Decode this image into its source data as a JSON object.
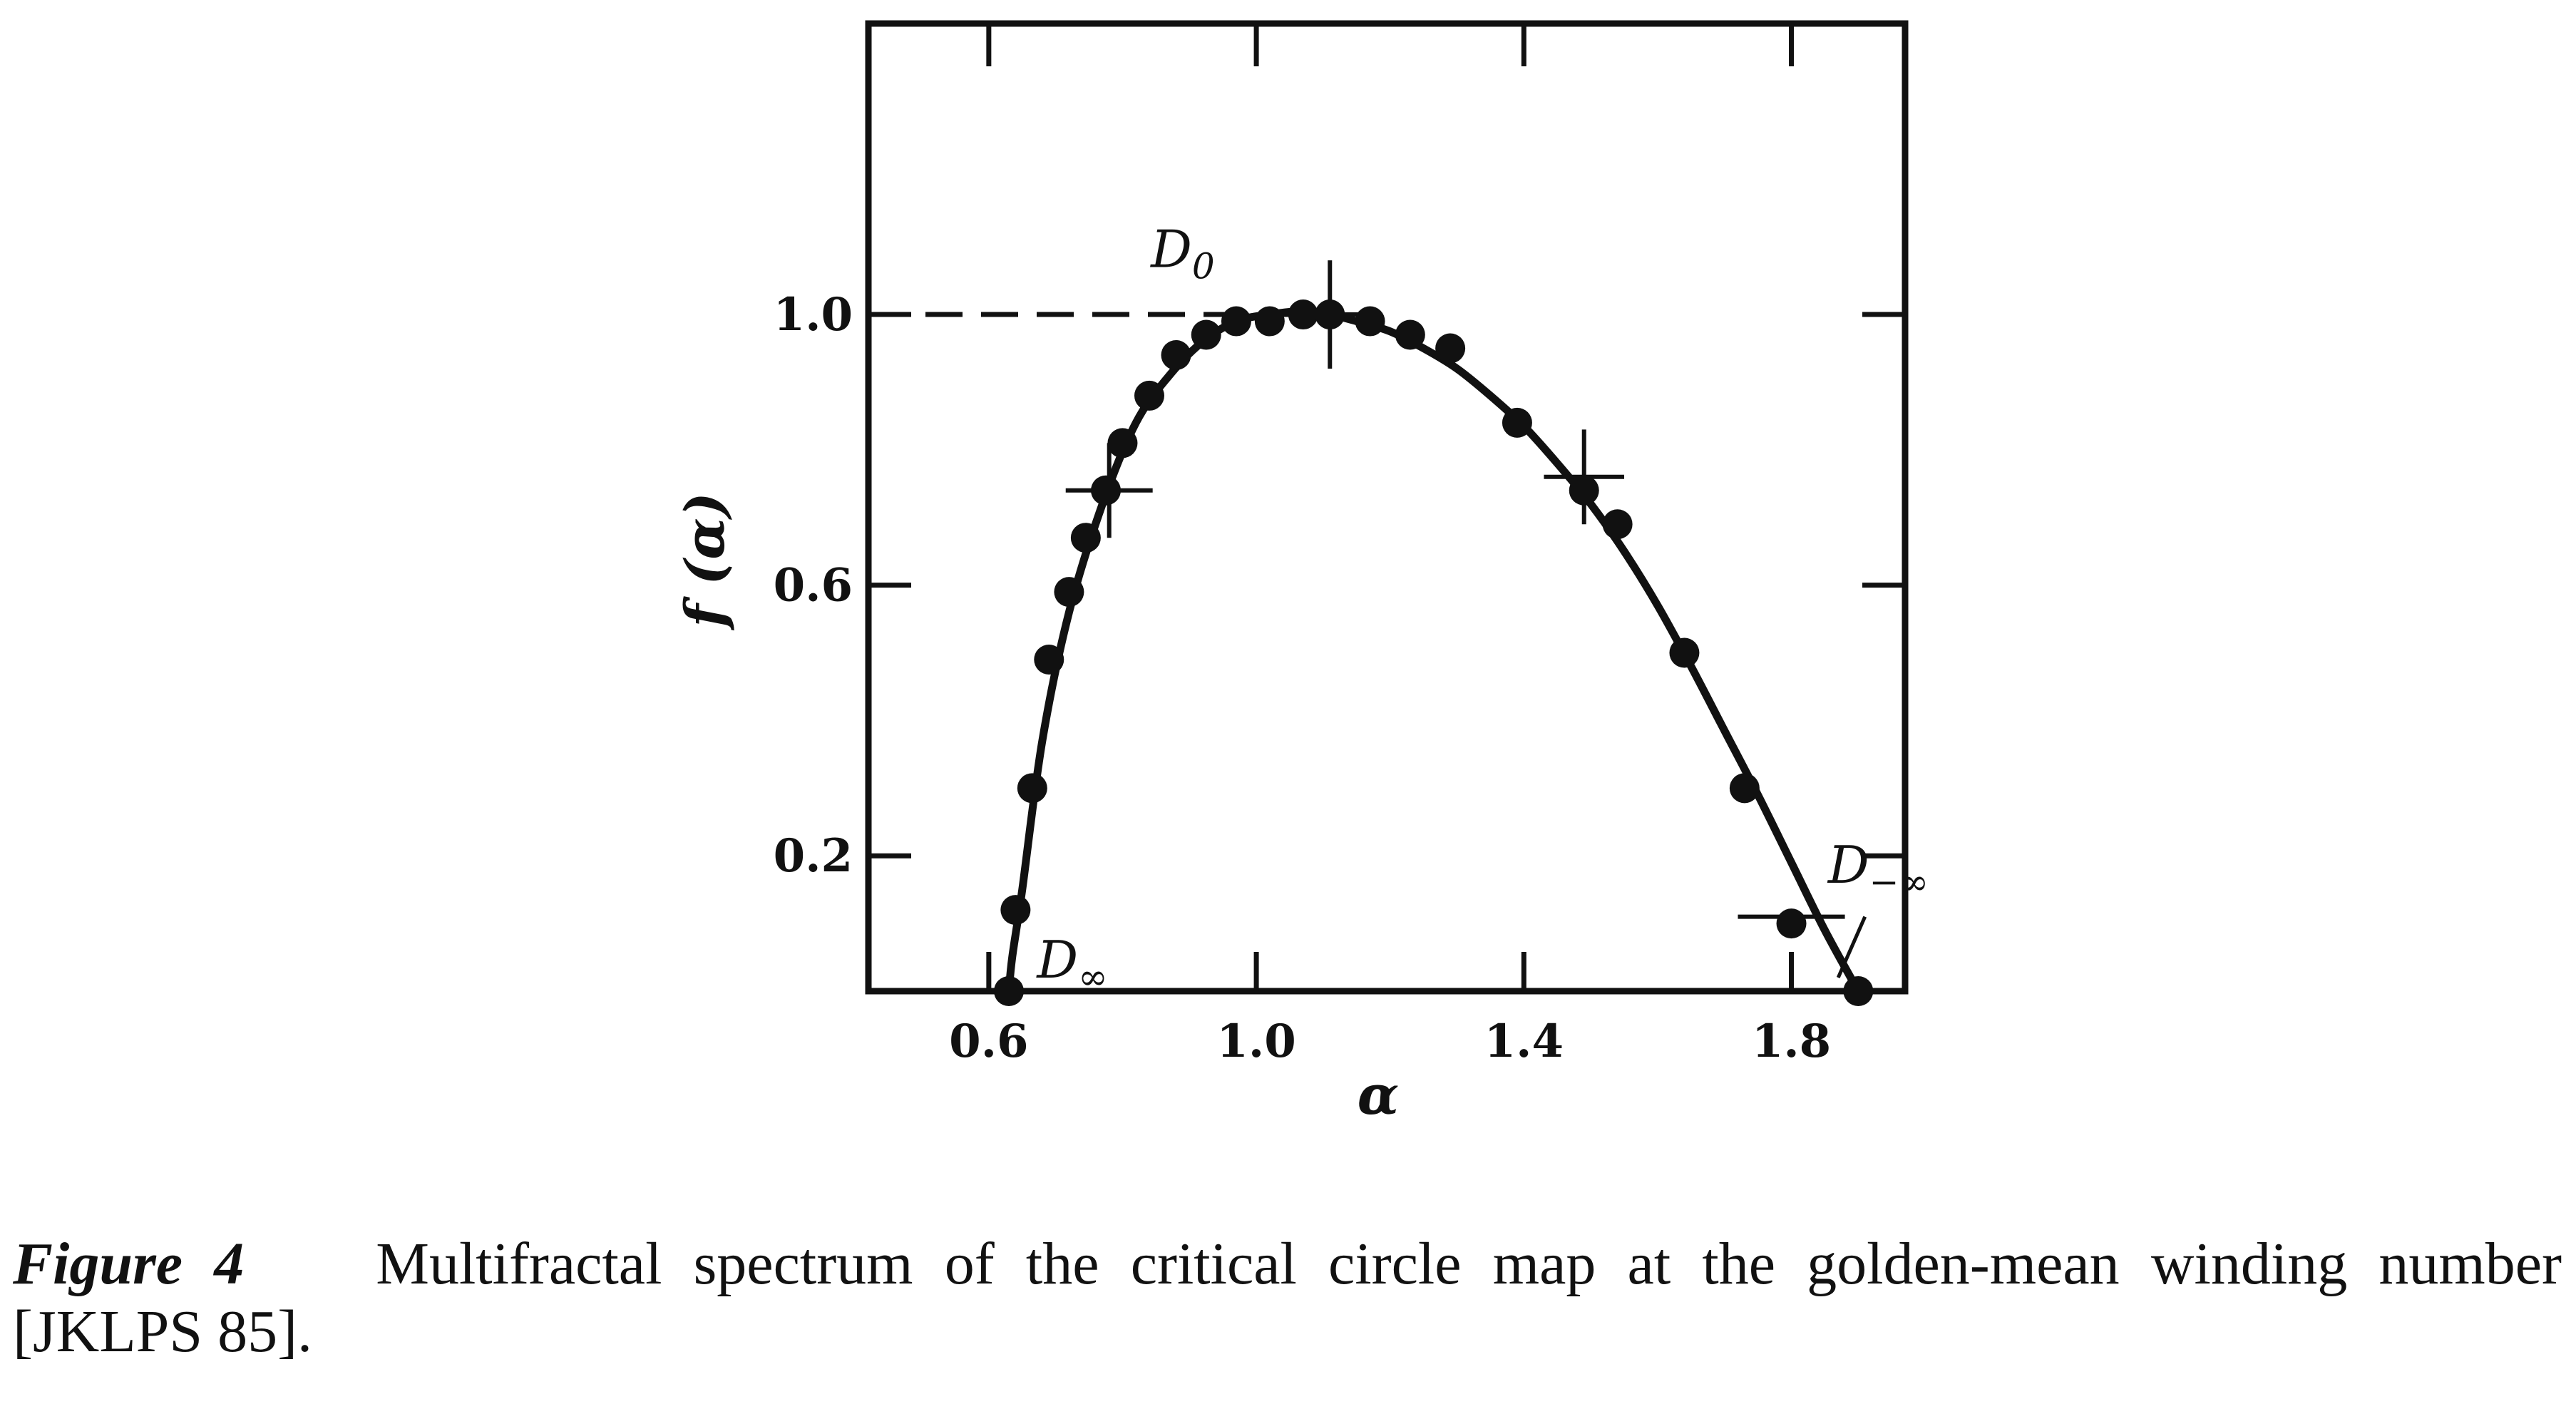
{
  "chart_data": {
    "type": "scatter",
    "title": "",
    "xlabel": "α",
    "ylabel": "f (α)",
    "xlim": [
      0.42,
      1.97
    ],
    "ylim": [
      0.0,
      1.43
    ],
    "x_ticks": [
      0.6,
      1.0,
      1.4,
      1.8
    ],
    "x_tick_labels": [
      "0.6",
      "1.0",
      "1.4",
      "1.8"
    ],
    "y_ticks": [
      0.2,
      0.6,
      1.0
    ],
    "y_tick_labels": [
      "0.2",
      "0.6",
      "1.0"
    ],
    "grid": false,
    "legend": "none",
    "series": [
      {
        "kind": "points",
        "x": [
          0.63,
          0.64,
          0.665,
          0.69,
          0.72,
          0.745,
          0.775,
          0.8,
          0.84,
          0.88,
          0.925,
          0.97,
          1.02,
          1.07,
          1.11,
          1.17,
          1.23,
          1.29,
          1.39,
          1.49,
          1.54,
          1.64,
          1.73,
          1.8,
          1.9
        ],
        "y": [
          0.0,
          0.12,
          0.3,
          0.49,
          0.59,
          0.67,
          0.74,
          0.81,
          0.88,
          0.94,
          0.97,
          0.99,
          0.99,
          1.0,
          1.0,
          0.99,
          0.97,
          0.95,
          0.84,
          0.74,
          0.69,
          0.5,
          0.3,
          0.1,
          0.0
        ]
      },
      {
        "kind": "fit-curve",
        "x": [
          0.63,
          0.635,
          0.65,
          0.68,
          0.72,
          0.77,
          0.82,
          0.87,
          0.92,
          0.97,
          1.02,
          1.07,
          1.11,
          1.15,
          1.2,
          1.25,
          1.3,
          1.35,
          1.4,
          1.45,
          1.5,
          1.55,
          1.6,
          1.65,
          1.7,
          1.75,
          1.8,
          1.85,
          1.9
        ],
        "y": [
          0.0,
          0.05,
          0.15,
          0.37,
          0.56,
          0.72,
          0.84,
          0.91,
          0.96,
          0.99,
          1.0,
          1.005,
          1.0,
          0.99,
          0.975,
          0.95,
          0.92,
          0.88,
          0.835,
          0.78,
          0.72,
          0.65,
          0.57,
          0.48,
          0.385,
          0.29,
          0.19,
          0.09,
          0.0
        ]
      }
    ],
    "error_bars": [
      {
        "x": 0.78,
        "y": 0.74,
        "dx": 0.065,
        "dy": 0.07
      },
      {
        "x": 1.11,
        "y": 1.0,
        "dx": 0.05,
        "dy": 0.08
      },
      {
        "x": 1.49,
        "y": 0.76,
        "dx": 0.06,
        "dy": 0.07
      },
      {
        "x": 1.8,
        "y": 0.11,
        "dx": 0.08,
        "dy": 0.0
      }
    ],
    "reference_line": {
      "style": "dashed",
      "y": 1.0,
      "x_from": 0.42,
      "x_to": 1.05
    },
    "annotations": [
      {
        "id": "D0",
        "base": "D",
        "sub": "0",
        "x": 0.89,
        "y": 1.07
      },
      {
        "id": "Dinf",
        "base": "D",
        "sub": "∞",
        "x": 0.725,
        "y": 0.02
      },
      {
        "id": "Dminf",
        "base": "D",
        "sub": "−∞",
        "x": 1.93,
        "y": 0.16
      }
    ],
    "pointer_line": {
      "from": [
        1.91,
        0.11
      ],
      "to": [
        1.87,
        0.02
      ]
    }
  },
  "caption": {
    "label": "Figure 4",
    "text": "Multifractal spectrum of the critical circle map at the golden-mean winding number [JKLPS 85]."
  }
}
